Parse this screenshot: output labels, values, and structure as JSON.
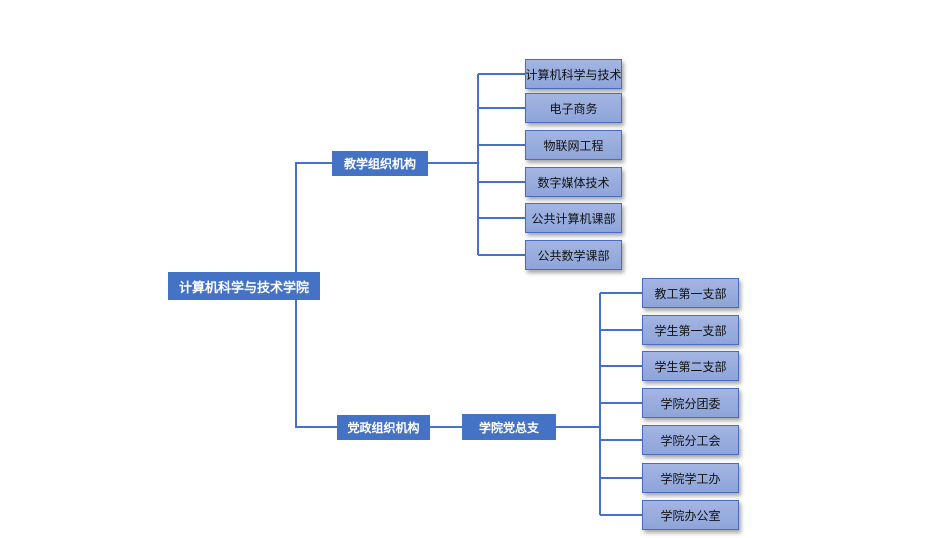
{
  "colors": {
    "node_dark": "#4472C4",
    "node_light": "#97ABDD",
    "connector": "#4472C4"
  },
  "root": {
    "label": "计算机科学与技术学院"
  },
  "teaching": {
    "label": "教学组织机构",
    "children": [
      "计算机科学与技术",
      "电子商务",
      "物联网工程",
      "数字媒体技术",
      "公共计算机课部",
      "公共数学课部"
    ]
  },
  "party": {
    "label": "党政组织机构",
    "branch": "学院党总支",
    "children": [
      "教工第一支部",
      "学生第一支部",
      "学生第二支部",
      "学院分团委",
      "学院分工会",
      "学院学工办",
      "学院办公室"
    ]
  }
}
